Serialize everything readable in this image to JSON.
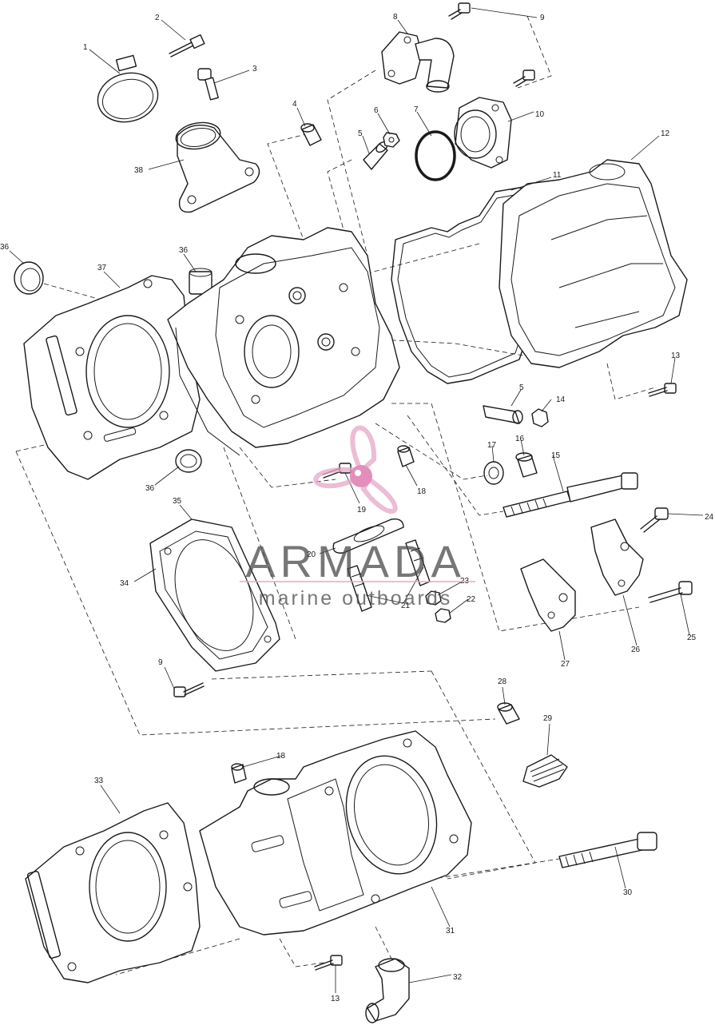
{
  "callouts": [
    {
      "id": "c1",
      "label": "1"
    },
    {
      "id": "c2",
      "label": "2"
    },
    {
      "id": "c3",
      "label": "3"
    },
    {
      "id": "c4",
      "label": "4"
    },
    {
      "id": "c5a",
      "label": "5"
    },
    {
      "id": "c5b",
      "label": "5"
    },
    {
      "id": "c6",
      "label": "6"
    },
    {
      "id": "c7",
      "label": "7"
    },
    {
      "id": "c8",
      "label": "8"
    },
    {
      "id": "c9a",
      "label": "9"
    },
    {
      "id": "c9b",
      "label": "9"
    },
    {
      "id": "c10",
      "label": "10"
    },
    {
      "id": "c11",
      "label": "11"
    },
    {
      "id": "c12",
      "label": "12"
    },
    {
      "id": "c13a",
      "label": "13"
    },
    {
      "id": "c13b",
      "label": "13"
    },
    {
      "id": "c14",
      "label": "14"
    },
    {
      "id": "c15",
      "label": "15"
    },
    {
      "id": "c16",
      "label": "16"
    },
    {
      "id": "c17",
      "label": "17"
    },
    {
      "id": "c18a",
      "label": "18"
    },
    {
      "id": "c18b",
      "label": "18"
    },
    {
      "id": "c19",
      "label": "19"
    },
    {
      "id": "c20",
      "label": "20"
    },
    {
      "id": "c21",
      "label": "21"
    },
    {
      "id": "c22",
      "label": "22"
    },
    {
      "id": "c23",
      "label": "23"
    },
    {
      "id": "c24",
      "label": "24"
    },
    {
      "id": "c25",
      "label": "25"
    },
    {
      "id": "c26",
      "label": "26"
    },
    {
      "id": "c27",
      "label": "27"
    },
    {
      "id": "c28",
      "label": "28"
    },
    {
      "id": "c29",
      "label": "29"
    },
    {
      "id": "c30",
      "label": "30"
    },
    {
      "id": "c31",
      "label": "31"
    },
    {
      "id": "c32",
      "label": "32"
    },
    {
      "id": "c33",
      "label": "33"
    },
    {
      "id": "c34",
      "label": "34"
    },
    {
      "id": "c35",
      "label": "35"
    },
    {
      "id": "c36a",
      "label": "36"
    },
    {
      "id": "c36b",
      "label": "36"
    },
    {
      "id": "c36c",
      "label": "36"
    },
    {
      "id": "c37",
      "label": "37"
    },
    {
      "id": "c38",
      "label": "38"
    }
  ],
  "watermark": {
    "brand": "ARMADA",
    "tagline": "marine outboards",
    "color": "#e8a6c8",
    "accent": "#d96aa7"
  },
  "colors": {
    "line": "#1a1a1a",
    "background": "#ffffff"
  }
}
